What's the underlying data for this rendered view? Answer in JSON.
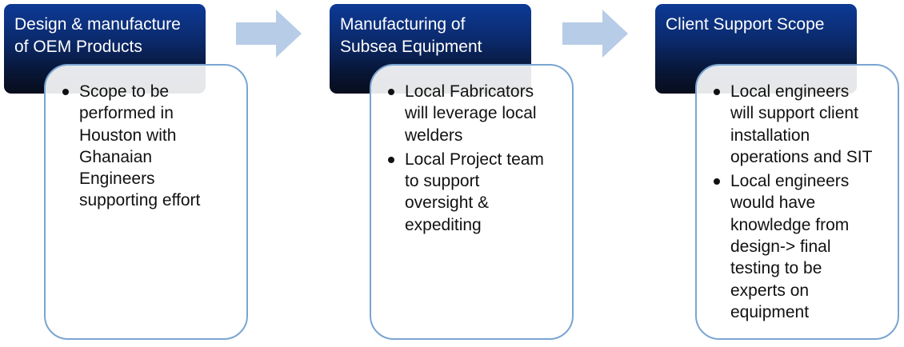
{
  "columns": [
    {
      "header": [
        "Design & manufacture",
        "of OEM Products"
      ],
      "bullets": [
        [
          "Scope to be",
          "performed in",
          "Houston with",
          "Ghanaian",
          "Engineers",
          "supporting effort"
        ]
      ]
    },
    {
      "header": [
        "Manufacturing of",
        "Subsea Equipment"
      ],
      "bullets": [
        [
          "Local Fabricators",
          "will leverage local",
          "welders"
        ],
        [
          "Local Project team",
          "to support",
          "oversight &",
          "expediting"
        ]
      ]
    },
    {
      "header": [
        "Client Support Scope"
      ],
      "bullets": [
        [
          "Local engineers",
          "will support client",
          "installation",
          "operations and SIT"
        ],
        [
          "Local engineers",
          "would have",
          "knowledge from",
          "design-> final",
          "testing to be",
          "experts on",
          "equipment"
        ]
      ]
    }
  ],
  "colors": {
    "header_top": "#0d3a96",
    "header_bottom": "#070d1c",
    "card_border": "#7aa5d2",
    "arrow_fill": "#b7cce6"
  }
}
